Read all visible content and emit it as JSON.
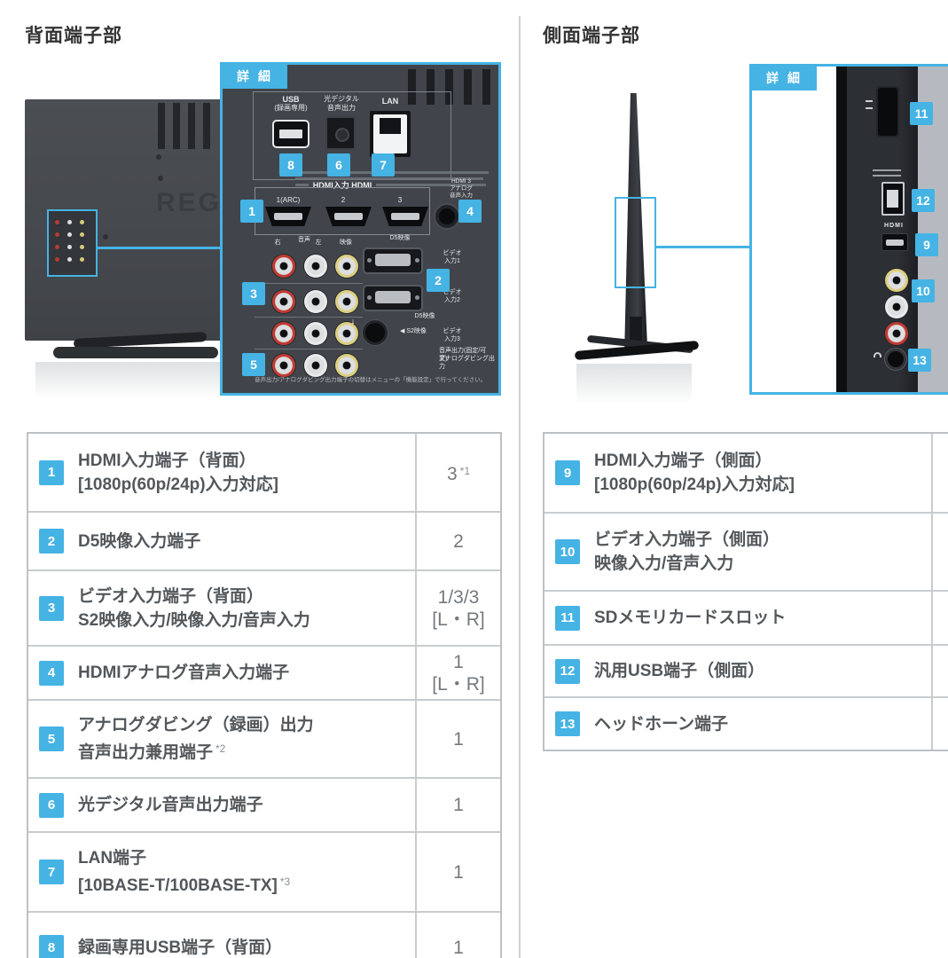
{
  "accent": "#45b3e4",
  "rear": {
    "heading": "背面端子部",
    "detail_tab": "詳 細",
    "photo": {
      "logo_text": "REG"
    },
    "panel": {
      "usb_label": "USB",
      "usb_sublabel": "(録画専用)",
      "optical_label_1": "光デジタル",
      "optical_label_2": "音声出力",
      "lan_label": "LAN",
      "badge_8": "8",
      "badge_6": "6",
      "badge_7": "7",
      "hdmi_header": "HDMI入力 HDMI",
      "hdmi3_label_1": "HDMI 3",
      "hdmi3_label_2": "アナログ",
      "hdmi3_label_3": "音声入力",
      "hdmi_port_1": "1(ARC)",
      "hdmi_port_2": "2",
      "hdmi_port_3": "3",
      "badge_1": "1",
      "badge_4": "4",
      "rca_right": "右",
      "rca_audio": "音声",
      "rca_left": "左",
      "rca_video": "映像",
      "d5_label_1": "D5映像",
      "d5_label_2": "D5映像",
      "video_in_1a": "ビデオ",
      "video_in_1b": "入力1",
      "video_in_2a": "ビデオ",
      "video_in_2b": "入力2",
      "video_in_3a": "ビデオ",
      "video_in_3b": "入力3",
      "badge_2": "2",
      "badge_3": "3",
      "badge_5": "5",
      "s2_label": "◀ S2映像",
      "down_arrow": "↓",
      "audio_out_1": "音声出力(固定/可変)/",
      "audio_out_2": "アナログダビング出力",
      "fine_print": "音声出力/アナログダビング出力端子の切替はメニューの「機能設定」で行ってください。"
    },
    "table": [
      {
        "num": "1",
        "label1": "HDMI入力端子（背面）",
        "label2": "[1080p(60p/24p)入力対応]",
        "value1": "3",
        "note1": "*1"
      },
      {
        "num": "2",
        "label1": "D5映像入力端子",
        "value1": "2"
      },
      {
        "num": "3",
        "label1": "ビデオ入力端子（背面）",
        "label2": "S2映像入力/映像入力/音声入力",
        "value1": "1/3/3",
        "value2": "[L・R]"
      },
      {
        "num": "4",
        "label1": "HDMIアナログ音声入力端子",
        "value1": "1",
        "value2": "[L・R]"
      },
      {
        "num": "5",
        "label1": "アナログダビング（録画）出力",
        "label2": "音声出力兼用端子",
        "label2_note": "*2",
        "value1": "1"
      },
      {
        "num": "6",
        "label1": "光デジタル音声出力端子",
        "value1": "1"
      },
      {
        "num": "7",
        "label1": "LAN端子",
        "label2": "[10BASE-T/100BASE-TX]",
        "label2_note": "*3",
        "value1": "1"
      },
      {
        "num": "8",
        "label1": "録画専用USB端子（背面）",
        "value1": "1"
      }
    ]
  },
  "side": {
    "heading": "側面端子部",
    "detail_tab": "詳 細",
    "panel": {
      "hdmi_logo": "HDMI",
      "badge_11": "11",
      "badge_12": "12",
      "badge_9": "9",
      "badge_10": "10",
      "badge_13": "13"
    },
    "table": [
      {
        "num": "9",
        "label1": "HDMI入力端子（側面）",
        "label2": "[1080p(60p/24p)入力対応]"
      },
      {
        "num": "10",
        "label1": "ビデオ入力端子（側面）",
        "label2": "映像入力/音声入力"
      },
      {
        "num": "11",
        "label1": "SDメモリカードスロット"
      },
      {
        "num": "12",
        "label1": "汎用USB端子（側面）"
      },
      {
        "num": "13",
        "label1": "ヘッドホーン端子"
      }
    ]
  }
}
